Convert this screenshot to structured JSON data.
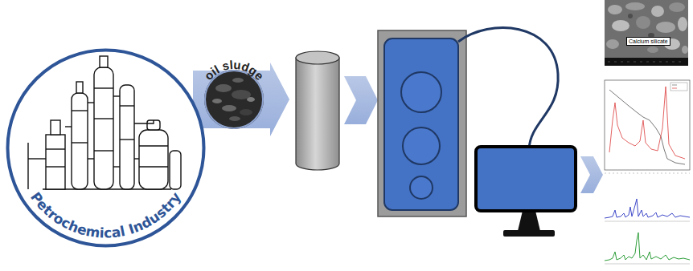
{
  "diagram": {
    "nodes": [
      {
        "text": [
          "Petrochemical Industry"
        ]
      },
      {
        "text": [
          "oil sludge"
        ]
      }
    ],
    "labels": [
      "Calcium silicate"
    ]
  }
}
